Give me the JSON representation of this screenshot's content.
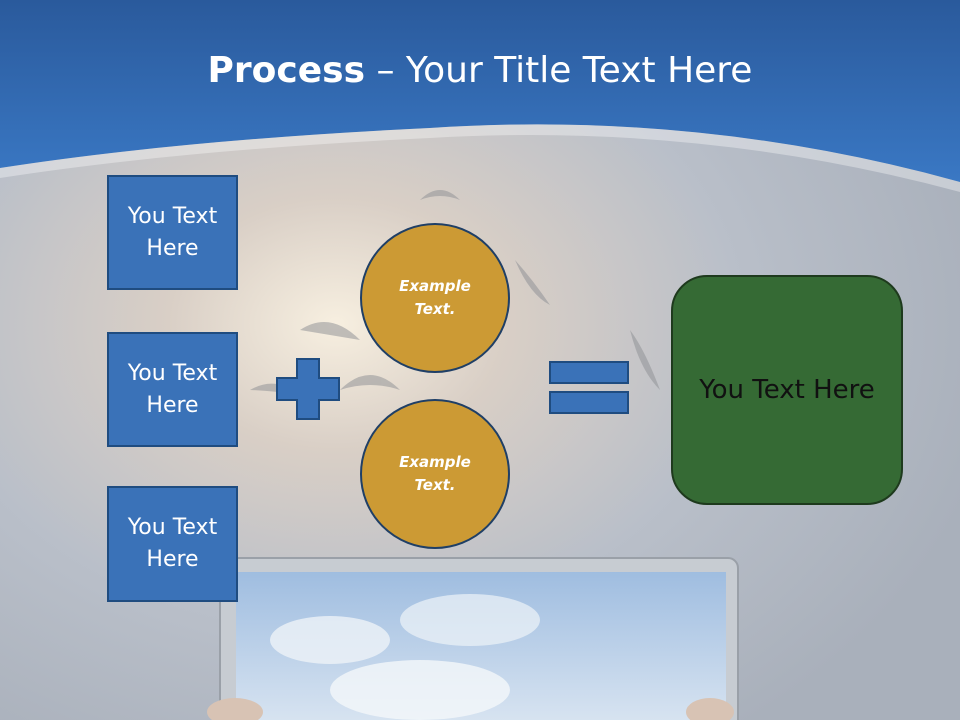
{
  "title": {
    "bold": "Process",
    "separator": " – ",
    "rest": "Your Title Text Here"
  },
  "boxes": [
    {
      "label": "You Text Here"
    },
    {
      "label": "You Text Here"
    },
    {
      "label": "You Text Here"
    }
  ],
  "circles": [
    {
      "label": "Example Text."
    },
    {
      "label": "Example Text."
    }
  ],
  "result": {
    "label": "You Text Here"
  },
  "colors": {
    "header_blue": "#2f65a8",
    "box_blue": "#3a72b8",
    "circle_gold": "#cc9a34",
    "result_green": "#356a34"
  },
  "icons": {
    "plus": "plus-icon",
    "equals": "equals-icon"
  }
}
